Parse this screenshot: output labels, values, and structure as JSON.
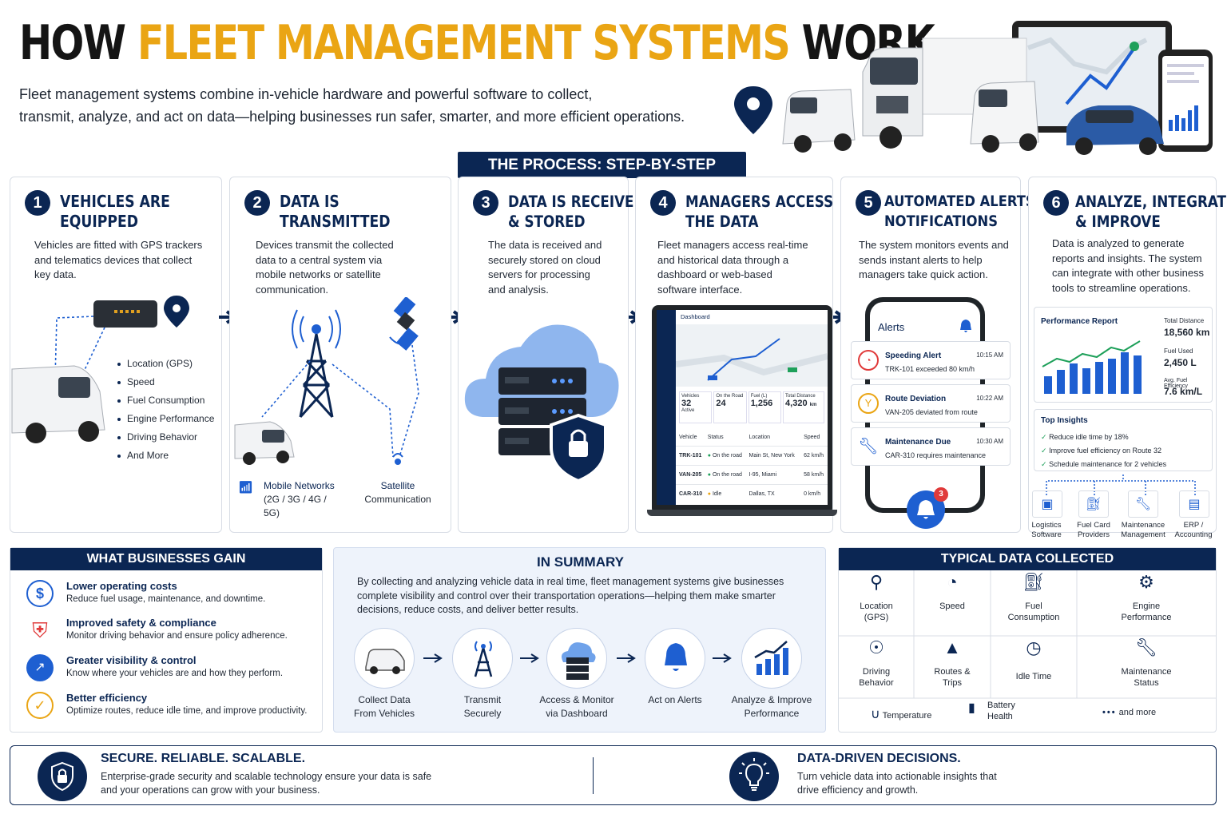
{
  "header": {
    "title_how": "HOW",
    "title_fleet": "FLEET MANAGEMENT SYSTEMS",
    "title_work": "WORK",
    "intro_line1": "Fleet management systems combine in-vehicle hardware and powerful software to collect,",
    "intro_line2": "transmit, analyze, and act on data—helping businesses run safer, smarter, and more efficient operations."
  },
  "process_banner": "THE PROCESS: STEP-BY-STEP",
  "steps": [
    {
      "num": "1",
      "title1": "VEHICLES ARE",
      "title2": "EQUIPPED",
      "desc": [
        "Vehicles are fitted with GPS trackers",
        "and telematics devices that collect",
        "key data."
      ],
      "bullets": [
        "Location (GPS)",
        "Speed",
        "Fuel Consumption",
        "Engine Performance",
        "Driving Behavior",
        "And More"
      ]
    },
    {
      "num": "2",
      "title1": "DATA IS",
      "title2": "TRANSMITTED",
      "desc": [
        "Devices transmit the collected",
        "data to a central system via",
        "mobile networks or satellite",
        "communication."
      ],
      "mobile_label": "Mobile Networks",
      "mobile_sub": "(2G / 3G / 4G / 5G)",
      "sat_label": "Satellite",
      "sat_sub": "Communication"
    },
    {
      "num": "3",
      "title1": "DATA IS RECEIVED",
      "title2": "& STORED",
      "desc": [
        "The data is received and",
        "securely stored on cloud",
        "servers for processing",
        "and analysis."
      ]
    },
    {
      "num": "4",
      "title1": "MANAGERS ACCESS",
      "title2": "THE DATA",
      "desc": [
        "Fleet managers access real-time",
        "and historical data through a",
        "dashboard or web-based",
        "software interface."
      ],
      "dashboard": {
        "title": "Dashboard",
        "stats": [
          {
            "label": "Vehicles",
            "value": "32",
            "sub": "Active"
          },
          {
            "label": "On the Road",
            "value": "24",
            "sub": ""
          },
          {
            "label": "Fuel (L)",
            "value": "1,256",
            "sub": ""
          },
          {
            "label": "Total Distance",
            "value": "4,320",
            "sub": "km"
          }
        ],
        "columns": [
          "Vehicle",
          "Status",
          "Location",
          "Speed"
        ],
        "rows": [
          [
            "TRK-101",
            "On the road",
            "Main St, New York",
            "62 km/h"
          ],
          [
            "VAN-205",
            "On the road",
            "I-95, Miami",
            "58 km/h"
          ],
          [
            "CAR-310",
            "Idle",
            "Dallas, TX",
            "0 km/h"
          ]
        ]
      }
    },
    {
      "num": "5",
      "title1": "AUTOMATED ALERTS &",
      "title2": "NOTIFICATIONS",
      "desc": [
        "The system monitors events and",
        "sends instant alerts to help",
        "managers take quick action."
      ],
      "alerts_title": "Alerts",
      "badge": "3",
      "alerts": [
        {
          "title": "Speeding Alert",
          "time": "10:15 AM",
          "text": "TRK-101 exceeded 80 km/h"
        },
        {
          "title": "Route Deviation",
          "time": "10:22 AM",
          "text": "VAN-205 deviated from route"
        },
        {
          "title": "Maintenance Due",
          "time": "10:30 AM",
          "text": "CAR-310 requires maintenance"
        }
      ]
    },
    {
      "num": "6",
      "title1": "ANALYZE, INTEGRATE",
      "title2": "& IMPROVE",
      "desc": [
        "Data is analyzed to generate",
        "reports and insights. The system",
        "can integrate with other business",
        "tools to streamline operations."
      ],
      "report": {
        "title": "Performance Report",
        "k1": "Total Distance",
        "v1": "18,560 km",
        "k2": "Fuel Used",
        "v2": "2,450 L",
        "k3": "Avg. Fuel Efficiency",
        "v3": "7.6 km/L"
      },
      "insights_title": "Top Insights",
      "insights": [
        "Reduce idle time by 18%",
        "Improve fuel efficiency on Route 32",
        "Schedule maintenance for 2 vehicles"
      ],
      "integrations": [
        [
          "Logistics",
          "Software"
        ],
        [
          "Fuel Card",
          "Providers"
        ],
        [
          "Maintenance",
          "Management"
        ],
        [
          "ERP /",
          "Accounting"
        ]
      ]
    }
  ],
  "gains": {
    "title": "WHAT BUSINESSES GAIN",
    "items": [
      {
        "title": "Lower operating costs",
        "desc": "Reduce fuel usage, maintenance, and downtime."
      },
      {
        "title": "Improved safety & compliance",
        "desc": "Monitor driving behavior and ensure policy adherence."
      },
      {
        "title": "Greater visibility & control",
        "desc": "Know where your vehicles are and how they perform."
      },
      {
        "title": "Better efficiency",
        "desc": "Optimize routes, reduce idle time, and improve productivity."
      }
    ]
  },
  "summary": {
    "title": "IN SUMMARY",
    "text": [
      "By collecting and analyzing vehicle data in real time, fleet management systems give businesses",
      "complete visibility and control over their transportation operations—helping them make smarter",
      "decisions, reduce costs, and deliver better results."
    ],
    "flow": [
      [
        "Collect Data",
        "From Vehicles"
      ],
      [
        "Transmit",
        "Securely"
      ],
      [
        "Access & Monitor",
        "via Dashboard"
      ],
      [
        "Act on Alerts",
        ""
      ],
      [
        "Analyze & Improve",
        "Performance"
      ]
    ]
  },
  "typical": {
    "title": "TYPICAL DATA COLLECTED",
    "row1": [
      [
        "Location",
        "(GPS)"
      ],
      [
        "Speed",
        ""
      ],
      [
        "Fuel",
        "Consumption"
      ],
      [
        "Engine",
        "Performance"
      ]
    ],
    "row2": [
      [
        "Driving",
        "Behavior"
      ],
      [
        "Routes &",
        "Trips"
      ],
      [
        "Idle Time",
        ""
      ],
      [
        "Maintenance",
        "Status"
      ]
    ],
    "temp": "Temperature",
    "battery1": "Battery",
    "battery2": "Health",
    "more": "and more"
  },
  "footer": {
    "left_title": "SECURE. RELIABLE. SCALABLE.",
    "left_text1": "Enterprise-grade security and scalable technology ensure your data is safe",
    "left_text2": "and your operations can grow with your business.",
    "right_title": "DATA-DRIVEN DECISIONS.",
    "right_text1": "Turn vehicle data into actionable insights that",
    "right_text2": "drive efficiency and growth."
  },
  "colors": {
    "navy": "#0b2653",
    "gold": "#eaa514",
    "blue": "#1e5fd1",
    "red": "#e03a3a",
    "green": "#1ea05a"
  }
}
